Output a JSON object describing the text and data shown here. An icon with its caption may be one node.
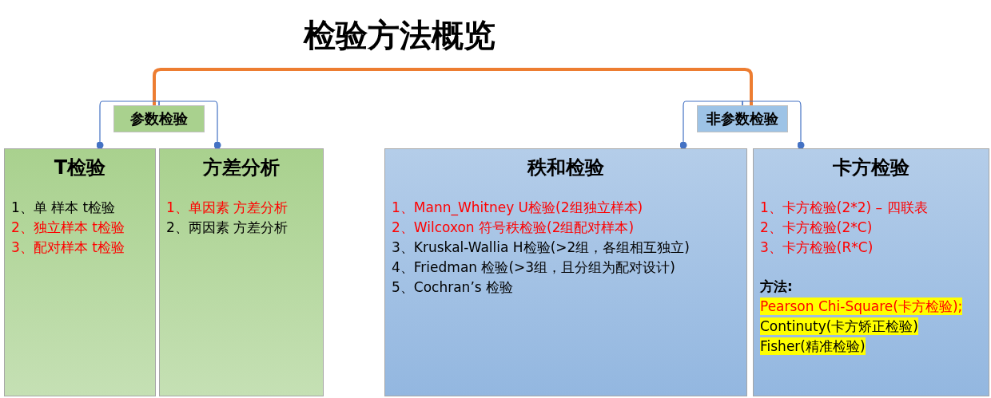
{
  "diagram": {
    "title": "检验方法概览",
    "nodes": [
      {
        "text": [
          "参数检验"
        ]
      },
      {
        "text": [
          "非参数检验"
        ]
      },
      {
        "text": [
          "T检验",
          "1、单  样本 t检验",
          "2、独立样本 t检验",
          "3、配对样本 t检验"
        ]
      },
      {
        "text": [
          "方差分析",
          "1、单因素 方差分析",
          "2、两因素 方差分析"
        ]
      },
      {
        "text": [
          "秩和检验",
          "1、Mann_Whitney U检验(2组独立样本)",
          "2、Wilcoxon  符号秩检验(2组配对样本)",
          "3、Kruskal-Wallia  H检验(>2组，各组相互独立)",
          "4、Friedman 检验(>3组，且分组为配对设计)",
          "5、Cochran’s 检验"
        ]
      },
      {
        "text": [
          "卡方检验",
          "1、卡方检验(2*2) – 四联表",
          "2、卡方检验(2*C)",
          "3、卡方检验(R*C)",
          "方法:",
          "Pearson Chi-Square(卡方检验);",
          "Continuty(卡方矫正检验)",
          "Fisher(精准检验)"
        ]
      }
    ],
    "edges": [
      {
        "from": 0,
        "to": 1,
        "arrow": "none",
        "style": "thick",
        "color": "#ed7d31"
      },
      {
        "from": 0,
        "to": 2,
        "arrow": "other"
      },
      {
        "from": 0,
        "to": 3,
        "arrow": "other"
      },
      {
        "from": 1,
        "to": 4,
        "arrow": "other"
      },
      {
        "from": 1,
        "to": 5,
        "arrow": "other"
      }
    ]
  }
}
